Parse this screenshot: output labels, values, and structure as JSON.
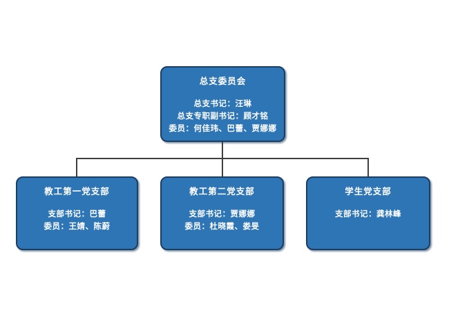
{
  "org": {
    "root": {
      "title": "总支委员会",
      "lines": [
        "总支书记：汪琳",
        "总支专职副书记：顾才铭",
        "委员：何佳玮、巴蕾、贾娜娜"
      ]
    },
    "children": [
      {
        "title": "教工第一党支部",
        "lines": [
          "支部书记：巴蕾",
          "委员：王婧、陈蔚"
        ]
      },
      {
        "title": "教工第二党支部",
        "lines": [
          "支部书记：贾娜娜",
          "委员：杜晓霞、娄旻"
        ]
      },
      {
        "title": "学生党支部",
        "lines": [
          "支部书记：龚林峰"
        ]
      }
    ],
    "colors": {
      "box_fill": "#2E75B6",
      "box_border": "#1C3E63",
      "connector": "#3F3F3F",
      "text": "#FFFFFF",
      "background": "#FFFFFF"
    }
  }
}
